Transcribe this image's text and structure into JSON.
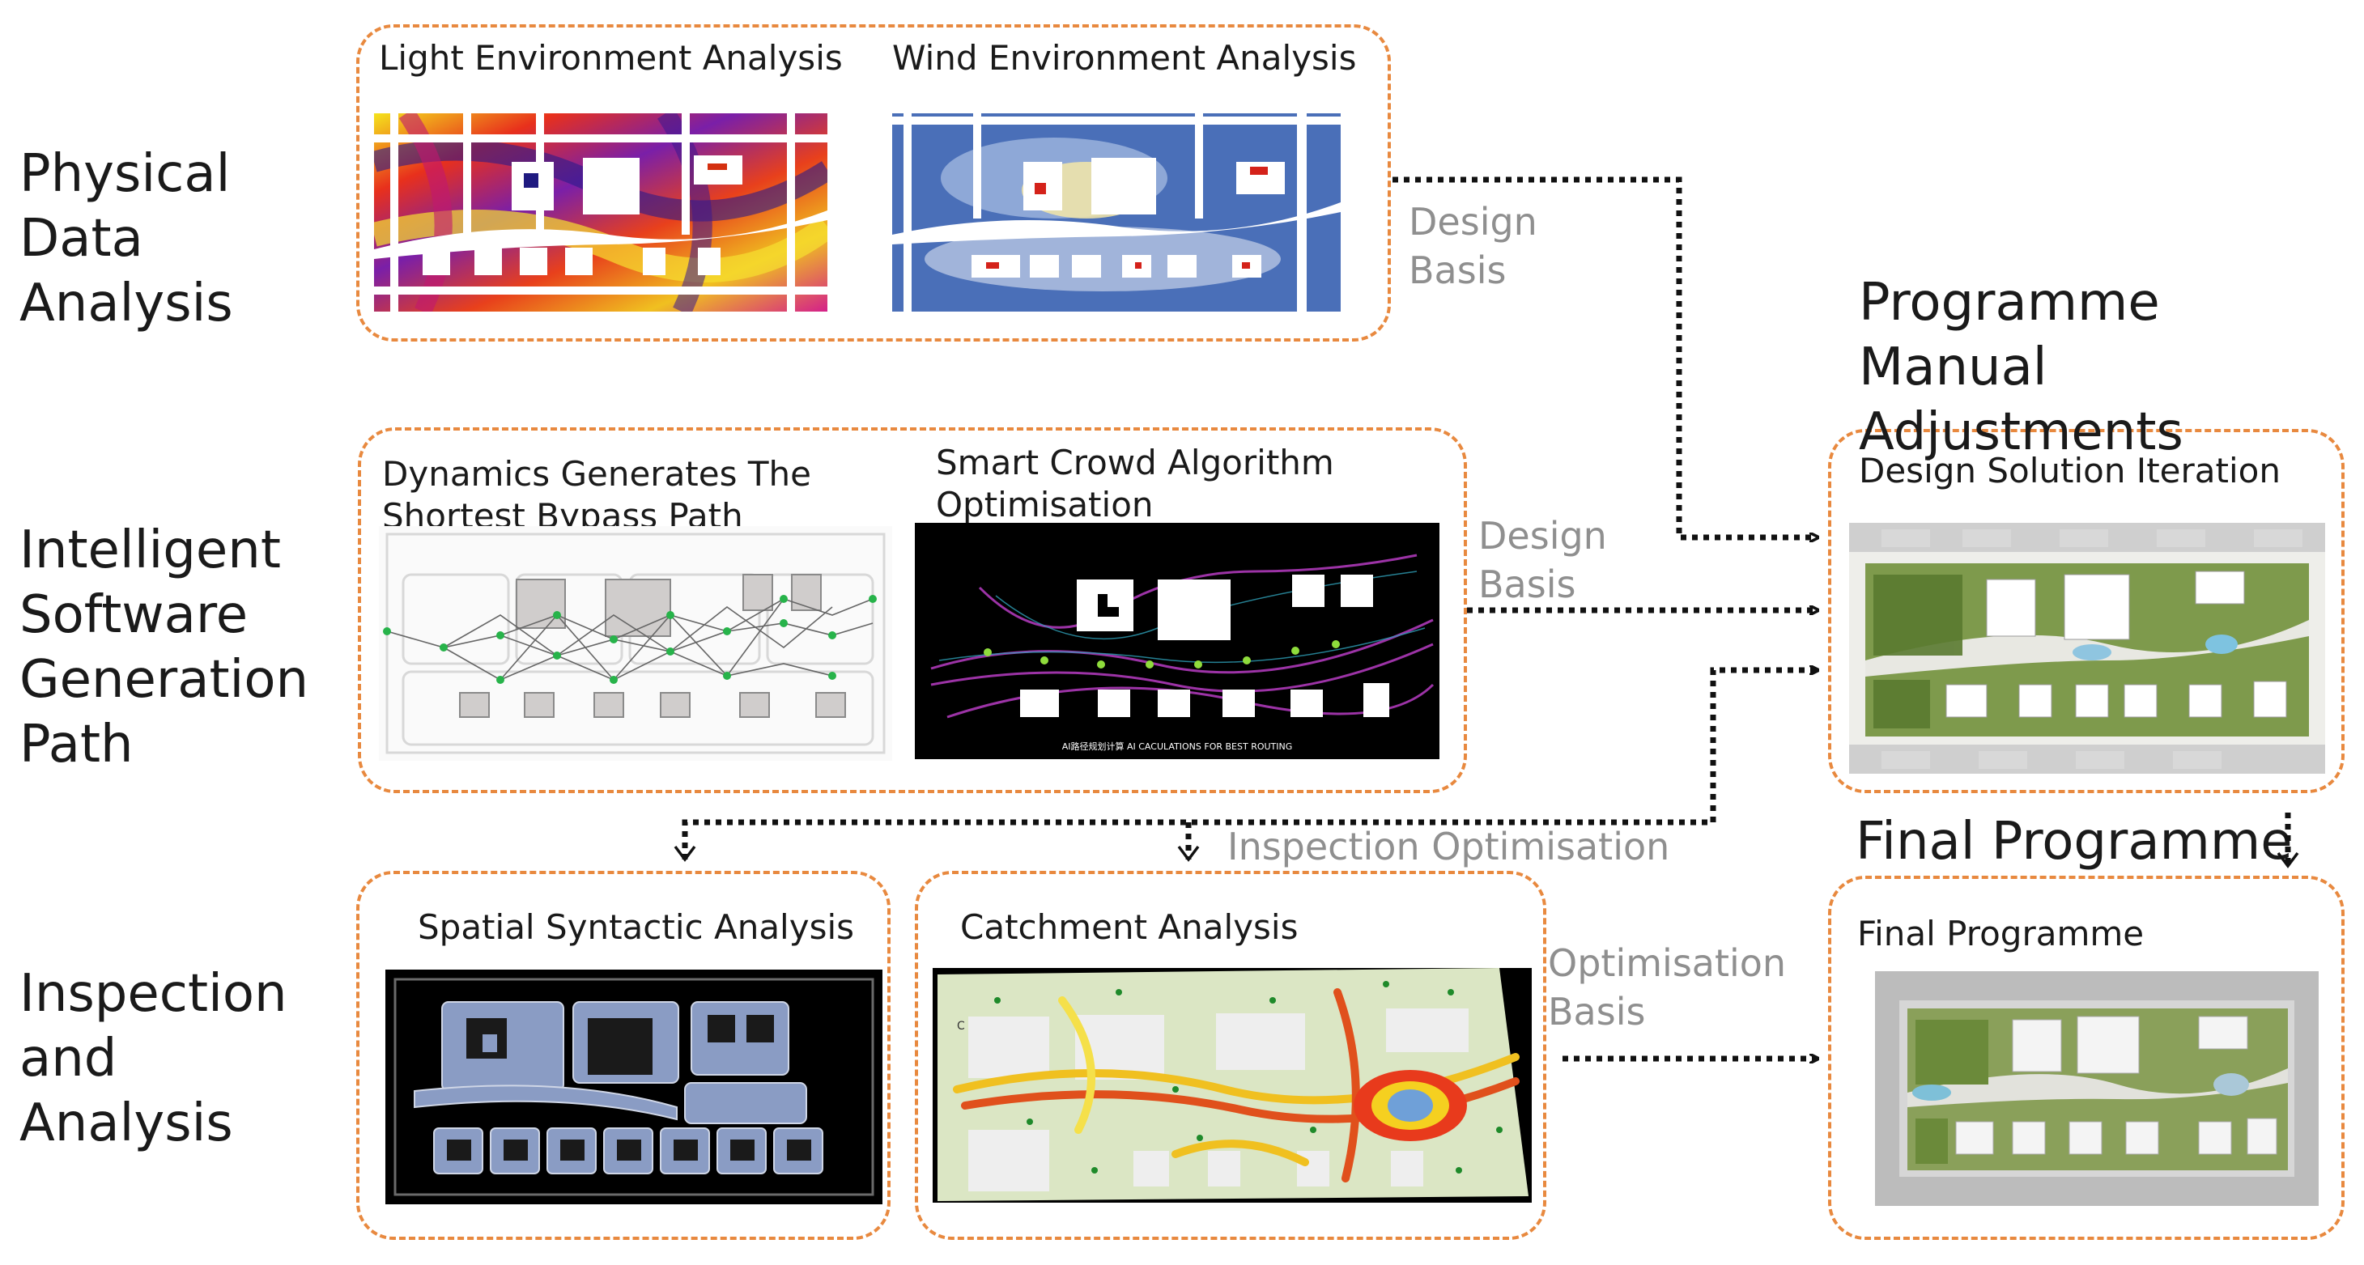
{
  "rows": {
    "physical": "Physical Data Analysis",
    "intelligent": "Intelligent Software Generation Path",
    "inspection": "Inspection and Analysis"
  },
  "panels": {
    "light": "Light Environment Analysis",
    "wind": "Wind Environment Analysis",
    "dynamics": "Dynamics Generates The Shortest Bypass Path",
    "crowd": "Smart Crowd Algorithm Optimisation",
    "crowd_footer": "AI路径规划计算 AI CACULATIONS FOR BEST ROUTING",
    "spatial": "Spatial Syntactic Analysis",
    "catchment": "Catchment Analysis",
    "catchment_tag": "C",
    "iteration": "Design Solution Iteration",
    "final": "Final Programme"
  },
  "headings": {
    "manual": "Programme Manual Adjustments",
    "final": "Final Programme"
  },
  "connectors": {
    "design_basis_1": "Design Basis",
    "design_basis_2": "Design Basis",
    "inspection_optimisation": "Inspection Optimisation",
    "optimisation_basis": "Optimisation Basis"
  },
  "colors": {
    "accent_dashed": "#e8893f",
    "connector_text": "#8f8f8f",
    "arrow": "#111111"
  }
}
